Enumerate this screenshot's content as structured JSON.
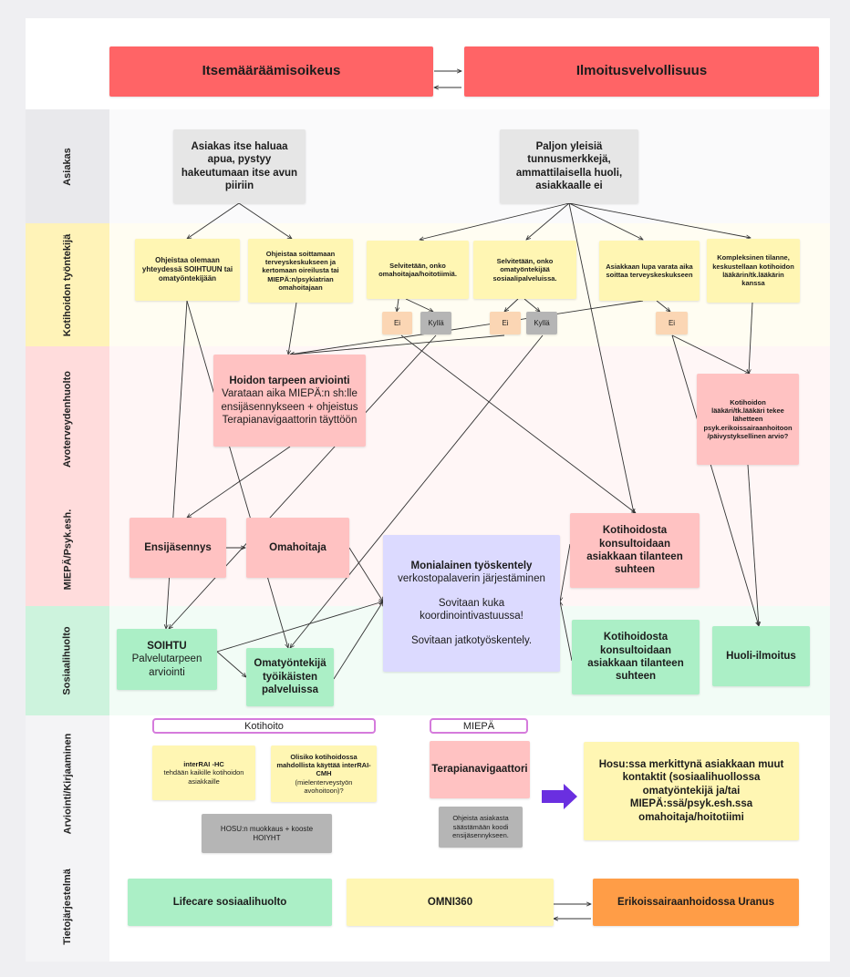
{
  "header": {
    "left": "Itsemääräämisoikeus",
    "right": "Ilmoitusvelvollisuus"
  },
  "lanes": [
    "Asiakas",
    "Kotihoidon työntekijä",
    "Avoterveydenhuolto",
    "MIEPÄ/Psyk.esh.",
    "Sosiaalihuolto",
    "Arviointi/Kirjaaminen",
    "Tietojärjestelmä"
  ],
  "asiakas": {
    "left": "Asiakas itse haluaa apua, pystyy hakeutumaan itse avun piiriin",
    "right": "Paljon yleisiä tunnusmerkkejä, ammattilaisella huoli, asiakkaalle ei"
  },
  "kotihoito": {
    "n1": "Ohjeistaa olemaan yhteydessä SOIHTUUN tai omatyöntekijään",
    "n2": "Ohjeistaa soittamaan terveyskeskukseen ja kertomaan oireilusta tai MIEPÄ:n/psykiatrian omahoitajaan",
    "n3": "Selvitetään, onko omahoitajaa/hoitotiimiä.",
    "n4": "Selvitetään, onko omatyöntekijää sosiaalipalveluissa.",
    "n5": "Asiakkaan lupa varata aika soittaa terveyskeskukseen",
    "n6": "Kompleksinen tilanne, keskustellaan kotihoidon lääkärin/tk.lääkärin kanssa",
    "ei": "Ei",
    "kylla": "Kyllä"
  },
  "avo": {
    "arviointi_title": "Hoidon tarpeen arviointi",
    "arviointi_body": "Varataan aika MIEPÄ:n sh:lle ensijäsennykseen + ohjeistus Terapianavigaattorin täyttöön",
    "laakari": "Kotihoidon lääkäri/tk.lääkäri tekee lähetteen psyk.erikoissairaanhoitoon /päivystyksellinen arvio?"
  },
  "miepa": {
    "ensi": "Ensijäsennys",
    "oma": "Omahoitaja",
    "konsultointi": "Kotihoidosta konsultoidaan asiakkaan tilanteen suhteen"
  },
  "monialainen": {
    "title": "Monialainen työskentely",
    "line1": "verkostopalaverin järjestäminen",
    "line2": "Sovitaan kuka koordinointivastuussa!",
    "line3": "Sovitaan jatkotyöskentely."
  },
  "sosiaali": {
    "soihtu_title": "SOIHTU",
    "soihtu_body": "Palvelutarpeen arviointi",
    "omatyontekija": "Omatyöntekijä työikäisten palveluissa",
    "konsultointi": "Kotihoidosta konsultoidaan asiakkaan tilanteen suhteen",
    "huoli": "Huoli-ilmoitus"
  },
  "arviointi": {
    "kotihoito_label": "Kotihoito",
    "miepa_label": "MIEPÄ",
    "interrai_title": "interRAI -HC",
    "interrai_body": "tehdään kaikille kotihoidon asiakkaille",
    "cmh_pre": "Olisiko kotihoidossa mahdollista käyttää interRAI-CMH",
    "cmh_post": "(mielenterveystyön avohoitoon)?",
    "hosu_edit": "HOSU:n muokkaus + kooste HOIYHT",
    "terapia": "Terapianavigaattori",
    "ohjeista": "Ohjeista asiakasta säästämään koodi ensijäsennykseen.",
    "hosu": "Hosu:ssa merkittynä asiakkaan muut kontaktit (sosiaalihuollossa omatyöntekijä ja/tai MIEPÄ:ssä/psyk.esh.ssa omahoitaja/hoitotiimi"
  },
  "tieto": {
    "lifecare": "Lifecare sosiaalihuolto",
    "omni": "OMNI360",
    "uranus": "Erikoissairaanhoidossa Uranus"
  },
  "colors": {
    "header_red": "#ff6466",
    "arrow_purple": "#6a2fe0"
  }
}
